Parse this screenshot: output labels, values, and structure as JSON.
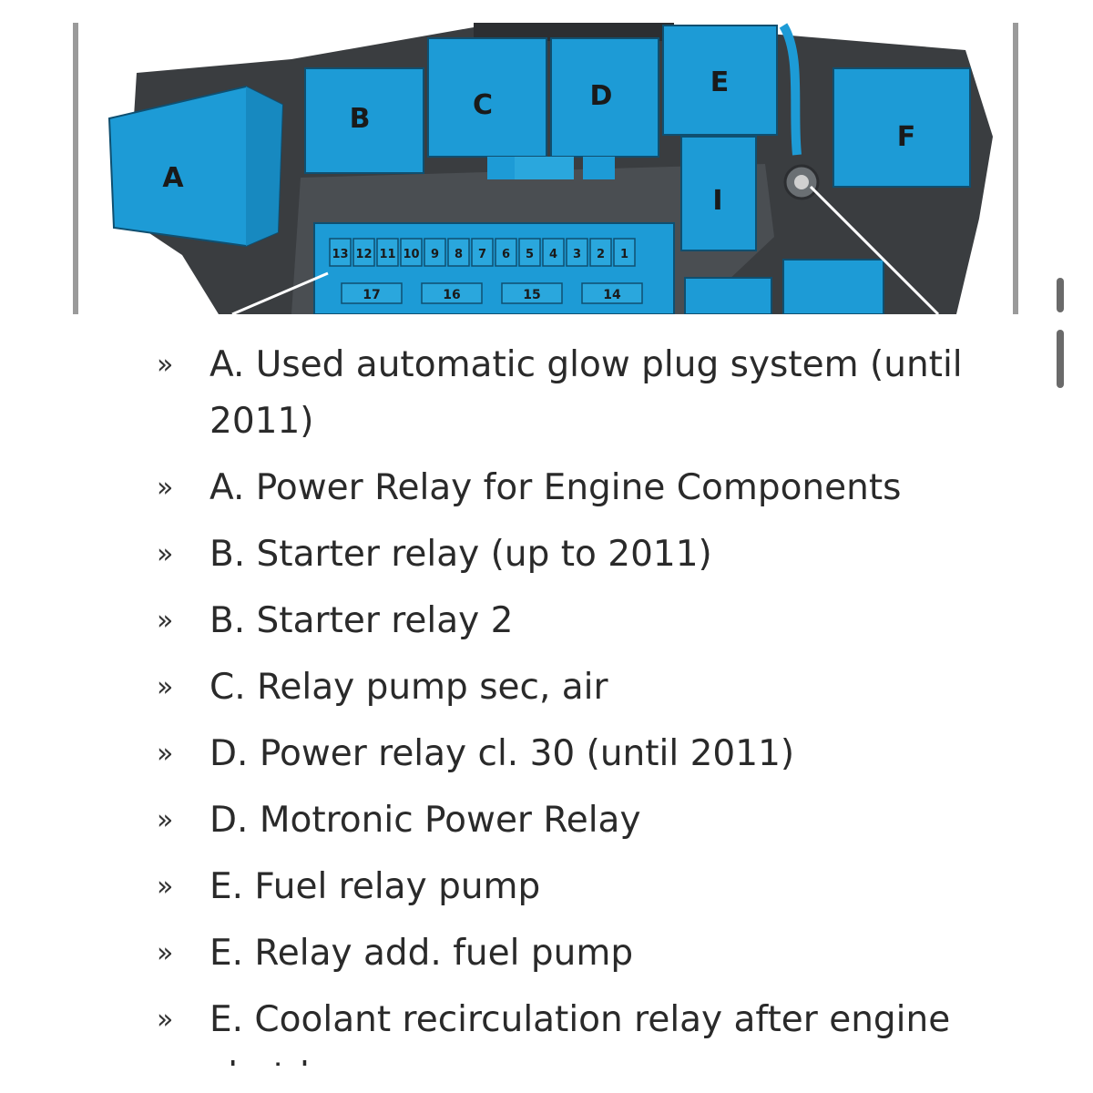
{
  "diagram": {
    "relay_labels": [
      "A",
      "B",
      "C",
      "D",
      "E",
      "F",
      "I"
    ],
    "fuse_top_numbers": [
      "13",
      "12",
      "11",
      "10",
      "9",
      "8",
      "7",
      "6",
      "5",
      "4",
      "3",
      "2",
      "1"
    ],
    "fuse_bottom_numbers": [
      "17",
      "16",
      "15",
      "14"
    ],
    "colors": {
      "relay_blue": "#1d9bd6",
      "housing_dark": "#3a3d40",
      "housing_mid": "#55595d"
    }
  },
  "list": {
    "bullet": "»",
    "items": [
      "A. Used automatic glow plug system (until 2011)",
      "A. Power Relay for Engine Components",
      "B. Starter relay (up to 2011)",
      "B. Starter relay 2",
      "C. Relay pump sec, air",
      "D. Power relay cl. 30 (until 2011)",
      "D. Motronic Power Relay",
      "E. Fuel relay pump",
      "E. Relay add. fuel pump",
      "E. Coolant recirculation relay after engine shutdown"
    ]
  }
}
